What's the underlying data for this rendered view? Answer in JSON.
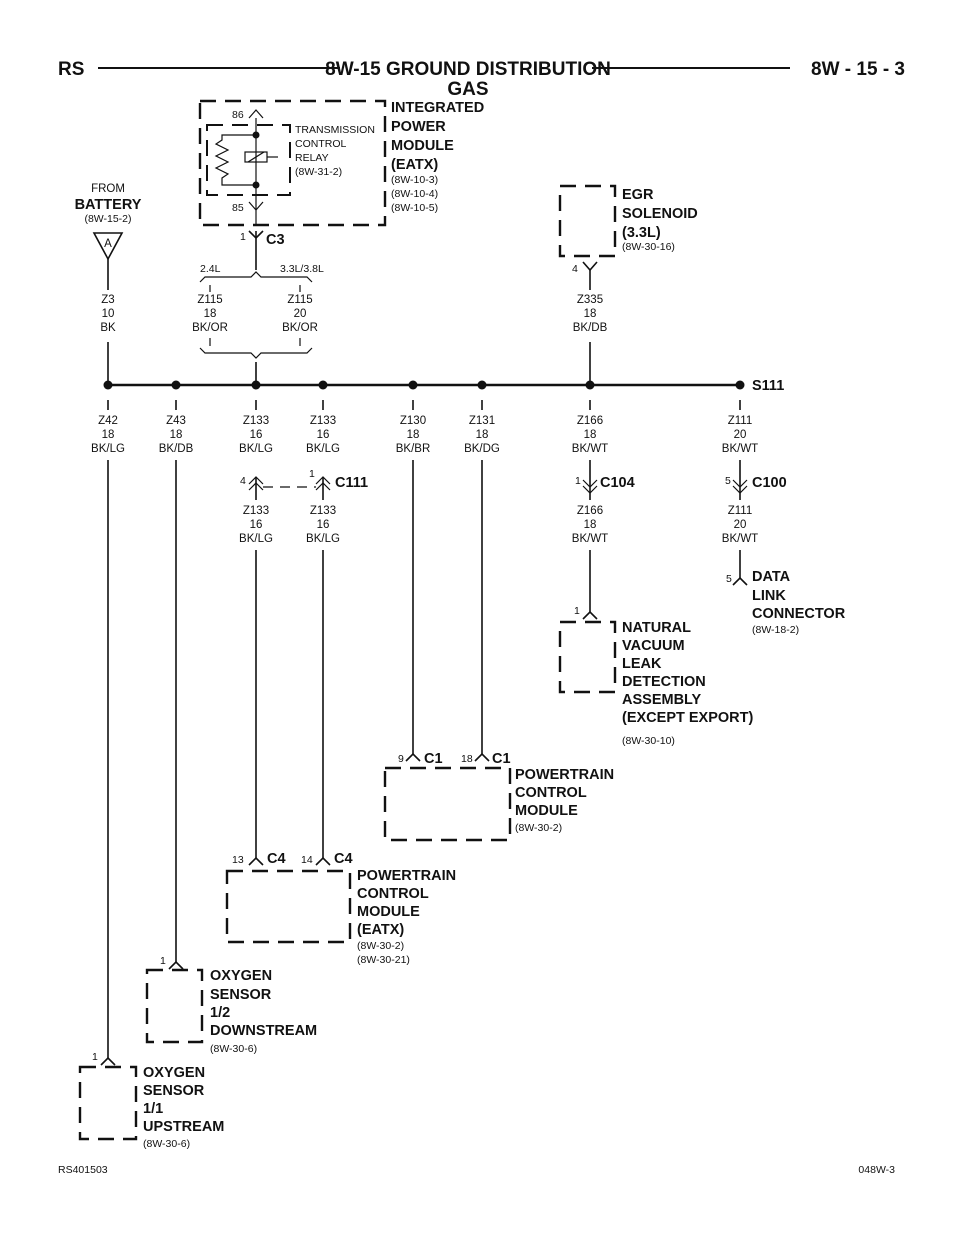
{
  "header": {
    "left": "RS",
    "title": "8W-15 GROUND DISTRIBUTION",
    "subtitle": "GAS",
    "page": "8W - 15 - 3"
  },
  "footer": {
    "left": "RS401503",
    "right": "048W-3"
  },
  "battery": {
    "from": "FROM",
    "name": "BATTERY",
    "ref": "(8W-15-2)",
    "connector": "A",
    "wire": [
      "Z3",
      "10",
      "BK"
    ]
  },
  "ipm": {
    "lines": [
      "INTEGRATED",
      "POWER",
      "MODULE",
      "(EATX)"
    ],
    "refs": [
      "(8W-10-3)",
      "(8W-10-4)",
      "(8W-10-5)"
    ],
    "relay": [
      "TRANSMISSION",
      "CONTROL",
      "RELAY",
      "(8W-31-2)"
    ],
    "pin_top": "86",
    "pin_bottom": "85",
    "connector": "C3",
    "connector_pin": "1",
    "option_left": "2.4L",
    "option_right": "3.3L/3.8L",
    "wire_left": [
      "Z115",
      "18",
      "BK/OR"
    ],
    "wire_right": [
      "Z115",
      "20",
      "BK/OR"
    ]
  },
  "egr": {
    "lines": [
      "EGR",
      "SOLENOID",
      "(3.3L)"
    ],
    "ref": "(8W-30-16)",
    "pin": "4",
    "wire": [
      "Z335",
      "18",
      "BK/DB"
    ]
  },
  "splice": {
    "name": "S111"
  },
  "bus_wires": [
    [
      "Z42",
      "18",
      "BK/LG"
    ],
    [
      "Z43",
      "18",
      "BK/DB"
    ],
    [
      "Z133",
      "16",
      "BK/LG"
    ],
    [
      "Z133",
      "16",
      "BK/LG"
    ],
    [
      "Z130",
      "18",
      "BK/BR"
    ],
    [
      "Z131",
      "18",
      "BK/DG"
    ],
    [
      "Z166",
      "18",
      "BK/WT"
    ],
    [
      "Z111",
      "20",
      "BK/WT"
    ]
  ],
  "c111": {
    "name": "C111",
    "pin_a": "4",
    "pin_b": "1",
    "wire_a": [
      "Z133",
      "16",
      "BK/LG"
    ],
    "wire_b": [
      "Z133",
      "16",
      "BK/LG"
    ]
  },
  "c104": {
    "name": "C104",
    "pin": "1",
    "wire": [
      "Z166",
      "18",
      "BK/WT"
    ]
  },
  "c100": {
    "name": "C100",
    "pin": "5",
    "wire": [
      "Z111",
      "20",
      "BK/WT"
    ]
  },
  "dlc": {
    "pin": "5",
    "lines": [
      "DATA",
      "LINK",
      "CONNECTOR"
    ],
    "ref": "(8W-18-2)"
  },
  "nvld": {
    "pin": "1",
    "lines": [
      "NATURAL",
      "VACUUM",
      "LEAK",
      "DETECTION",
      "ASSEMBLY",
      "(EXCEPT EXPORT)"
    ],
    "ref": "(8W-30-10)"
  },
  "pcm": {
    "pin_a": "9",
    "conn_a": "C1",
    "pin_b": "18",
    "conn_b": "C1",
    "lines": [
      "POWERTRAIN",
      "CONTROL",
      "MODULE"
    ],
    "ref": "(8W-30-2)"
  },
  "pcm_eatx": {
    "pin_a": "13",
    "conn_a": "C4",
    "pin_b": "14",
    "conn_b": "C4",
    "lines": [
      "POWERTRAIN",
      "CONTROL",
      "MODULE",
      "(EATX)"
    ],
    "refs": [
      "(8W-30-2)",
      "(8W-30-21)"
    ]
  },
  "o2_down": {
    "pin": "1",
    "lines": [
      "OXYGEN",
      "SENSOR",
      "1/2",
      "DOWNSTREAM"
    ],
    "ref": "(8W-30-6)"
  },
  "o2_up": {
    "pin": "1",
    "lines": [
      "OXYGEN",
      "SENSOR",
      "1/1",
      "UPSTREAM"
    ],
    "ref": "(8W-30-6)"
  }
}
